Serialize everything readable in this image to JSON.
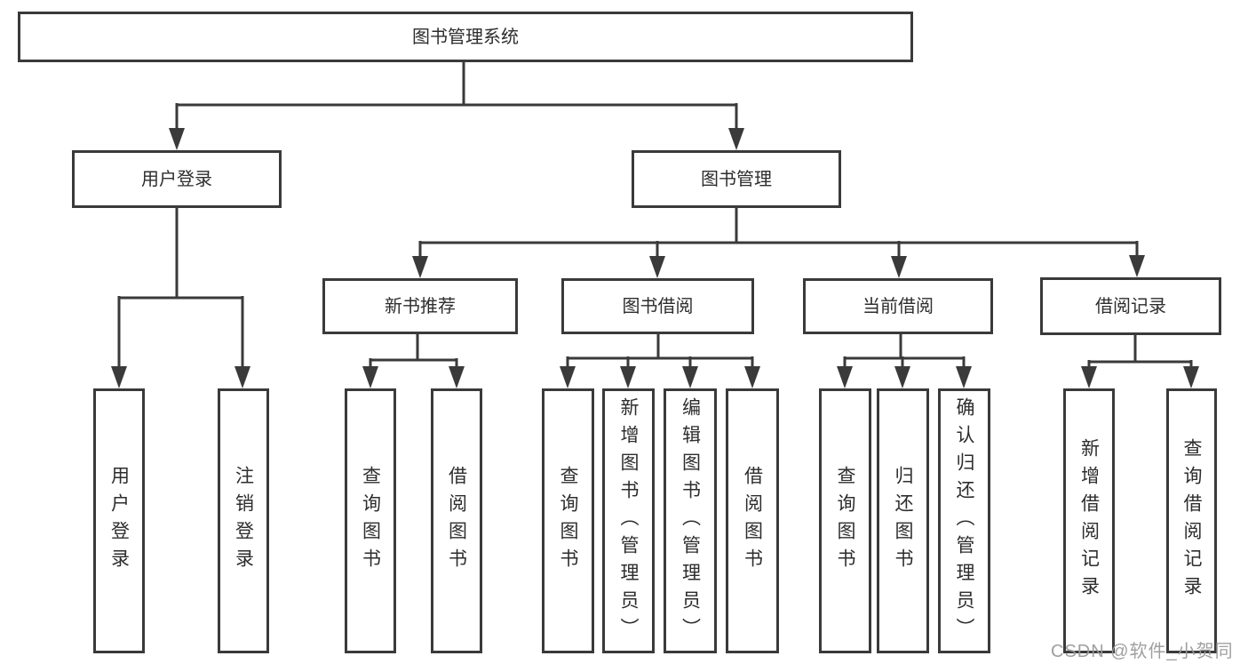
{
  "diagram": {
    "type": "tree",
    "title": "图书管理系统",
    "nodes": {
      "root": {
        "label": "图书管理系统"
      },
      "user_login": {
        "label": "用户登录"
      },
      "book_mgmt": {
        "label": "图书管理"
      },
      "new_book_rec": {
        "label": "新书推荐"
      },
      "book_borrow": {
        "label": "图书借阅"
      },
      "current_borrow": {
        "label": "当前借阅"
      },
      "borrow_record": {
        "label": "借阅记录"
      },
      "login": {
        "label": "用户登录"
      },
      "logout": {
        "label": "注销登录"
      },
      "query_book_1": {
        "label": "查询图书"
      },
      "borrow_book_1": {
        "label": "借阅图书"
      },
      "query_book_2": {
        "label": "查询图书"
      },
      "add_book": {
        "label": "新增图书（管理员）"
      },
      "edit_book": {
        "label": "编辑图书（管理员）"
      },
      "borrow_book_2": {
        "label": "借阅图书"
      },
      "query_book_3": {
        "label": "查询图书"
      },
      "return_book": {
        "label": "归还图书"
      },
      "confirm_return": {
        "label": "确认归还（管理员）"
      },
      "add_borrow_record": {
        "label": "新增借阅记录"
      },
      "query_borrow_record": {
        "label": "查询借阅记录"
      }
    },
    "hierarchy": {
      "root": [
        "user_login",
        "book_mgmt"
      ],
      "user_login": [
        "login",
        "logout"
      ],
      "book_mgmt": [
        "new_book_rec",
        "book_borrow",
        "current_borrow",
        "borrow_record"
      ],
      "new_book_rec": [
        "query_book_1",
        "borrow_book_1"
      ],
      "book_borrow": [
        "query_book_2",
        "add_book",
        "edit_book",
        "borrow_book_2"
      ],
      "current_borrow": [
        "query_book_3",
        "return_book",
        "confirm_return"
      ],
      "borrow_record": [
        "add_borrow_record",
        "query_borrow_record"
      ]
    },
    "watermark": "CSDN @软件_小贺同学",
    "colors": {
      "line": "#3a3a3a",
      "text": "#2d2d2d",
      "background": "#ffffff",
      "watermark": "#9a9a9a"
    }
  }
}
